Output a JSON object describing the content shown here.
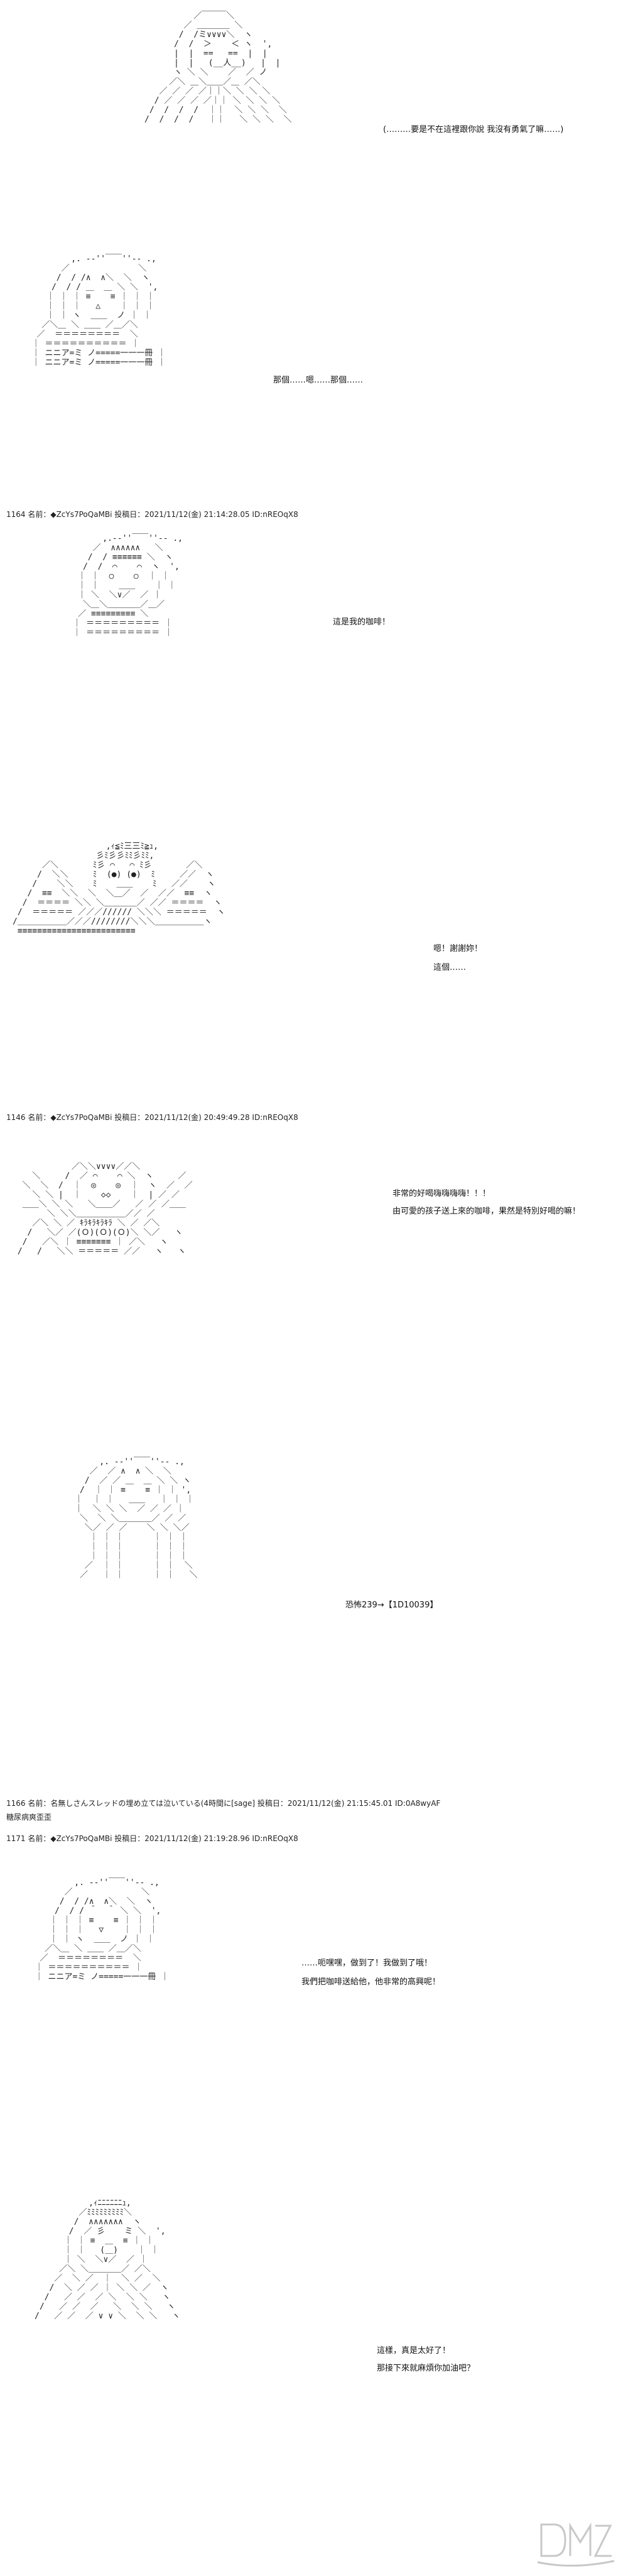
{
  "panels": [
    {
      "art": "          ／￣￣￣＼\n        ／ ＿＿＿＿ ＼\n       /  /ミ∨∨∨∨＼  ヽ\n      /  /  ＞    ＜ ヽ  ',\n      |  |  ==   ==  |  |\n      |  |   (__人__)   |  |\n      ヽ ＼ ＼    ／  ／ ノ\n     ／＼ ＿＼＿＿／＿ ／＼\n   ／ ／ ／ ／｜｜＼ ＼ ＼ ＼\n  / ／ ／ ／ ／｜｜ ＼ ＼ ＼ ＼\n /  /  /  /  ｜｜  ＼ ＼ ＼  ＼\n/  /  /  /   ｜｜   ＼ ＼ ＼  ＼",
      "lines": [
        "(………要是不在這裡跟你說 我沒有勇氣了嘛……)"
      ]
    },
    {
      "art": "          ,. -‐''￣￣''‐- .,\n        ／              ＼\n       /  / /∧  ∧＼  ＼  ヽ\n      /  / / ＿  ＿ ＼ ＼  ',\n     ｜ ｜ ｜ ≡    ≡ ｜ ｜ ｜\n     ｜ ｜ ｜   △    ｜ ｜ ｜\n     ｜ ｜ ヽ  ＿＿  ノ ｜ ｜\n    ／＼＿ ＼ ＿＿ ／＿／＼\n   ／  ＝＝＝＝＝＝＝＝  ＼\n  ｜ ＝＝＝＝＝＝＝＝＝＝ ｜\n  ｜ ニニア=ミ ノ=====一一一冊 ｜\n  ｜ ニニア=ミ ノ=====一一一冊 ｜",
      "lines": [
        "那個……嗯……那個……"
      ]
    },
    {
      "header": "1164 名前：◆ZcYs7PoQaMBi 投稿日：2021/11/12(金) 21:14:28.05 ID:nREOqX8",
      "art": "          ,.-‐''￣￣''‐- .,\n        ／  ∧∧∧∧∧∧   ＼\n       /  / ≡≡≡≡≡≡ ＼  ヽ\n      /  /  ⌒    ⌒  ヽ  ',\n     ｜ ｜  ○    ○  ｜ ｜\n     ｜ ｜    ＿＿    ｜ ｜\n     ｜ ＼  ＼∨／  ／ ｜\n      ＼＿＼＿＿＿＿／＿／\n     ／ ≡≡≡≡≡≡≡≡≡ ＼\n    ｜ ＝＝＝＝＝＝＝＝＝ ｜\n    ｜ ＝＝＝＝＝＝＝＝＝ ｜",
      "lines": [
        "這是我的咖啡！"
      ]
    },
    {
      "art": "                   ,ｨ≦ﾐ三三ﾐ≧ｭ,\n                 彡ﾐ彡彡ﾐﾐ彡ﾐﾐ,\n      ／＼       ﾐ彡 ⌒   ⌒ ﾐ彡       ／＼\n     /  ＼＼     ﾐ  (●) (●)  ﾐ     ／／  ヽ\n    /    ＼＼    ﾐ    ＿＿    ﾐ   ／／    ヽ\n   /  ≡≡  ＼＼  ＼  ＼＿／  ／  ／／  ≡≡  ヽ\n  /  ＝＝＝＝ ＼＼ ＼＿＿＿＿／ ／／ ＝＝＝＝  ヽ\n /  ＝＝＝＝＝ ／／／////// ＼＼＼ ＝＝＝＝＝  ヽ\n/＿＿＿＿＿＿／／／////////＼＼＼＿＿＿＿＿＿ヽ\n ≡≡≡≡≡≡≡≡≡≡≡≡≡≡≡≡≡≡≡≡≡≡≡≡",
      "lines": [
        "嗯！謝謝妳！",
        "這個……"
      ]
    },
    {
      "header": "1146 名前：◆ZcYs7PoQaMBi 投稿日：2021/11/12(金) 20:49:49.28 ID:nREOqX8",
      "art": "            ／＼＼∨∨∨∨／／＼\n    ＼     /  ／ ⌒    ⌒ ＼  ヽ     ／\n  ＼  ＼  /  ｜  ◎    ◎  ｜  ヽ  ／  ／\n    ＼ ＼ |  ｜    ◇◇    ｜  | ／ ／\n  ＿＿＼ ＼ ＼   ＼＿＿／   ／ ／ ／＿＿\n       ＼ ＼＼＿＿＿＿＿＿／／ ／\n    ／＼ ＼ ／ ｷﾗｷﾗｷﾗｷﾗ ＼ ／ ／＼\n   /   ＼／ ／(Ｏ)(Ｏ)(Ｏ)＼ ＼／   ヽ\n  /   ／＼ ｜ ≡≡≡≡≡≡≡ ｜ ／＼   ヽ\n /   /   ＼＼ ＝＝＝＝＝ ／／   ヽ   ヽ",
      "lines": [
        "非常的好喝嗨嗨嗨嗨！！！",
        "由可愛的孩子送上來的咖啡，果然是特別好喝的嘛！"
      ]
    },
    {
      "art": "          ,. -‐''￣￣''‐- .,\n        ／  ／ ∧  ∧ ＼  ＼\n       /  ／ ／ ＿  ＿ ＼ ＼ ヽ\n      /  ｜ ｜ ≡    ≡ ｜ ｜ ',\n     ｜  ｜ ｜   ＿＿   ｜ ｜ ｜\n     ｜  ＼ ＼ ＼  ／ ／ ／ ｜\n      ＼  ＼ ＼＿＿＿＿／ ／ ／\n       ＼／ ／ ／    ＼ ＼ ＼／\n        ｜ ｜ ｜      ｜ ｜ ｜\n        ｜ ｜ ｜      ｜ ｜ ｜\n        ｜ ｜ ｜      ｜ ｜ ｜\n       ／  ｜ ｜      ｜ ｜  ＼\n      ／   ｜ ｜      ｜ ｜   ＼",
      "lines": [
        "恐怖239→【1D10039】"
      ]
    },
    {
      "header": "1166 名前：名無しさんスレッドの埋め立ては泣いている(4時間に[sage] 投稿日：2021/11/12(金) 21:15:45.01 ID:0A8wyAF",
      "subline": "糖尿病爽歪歪",
      "header2": "1171 名前：◆ZcYs7PoQaMBi 投稿日：2021/11/12(金) 21:19:28.96 ID:nREOqX8",
      "art": "          ,. -‐''￣￣''‐- .,\n        ／              ＼\n       /  / /∧  ∧＼  ＼  ヽ\n      /  / / ＾  ＾ ＼ ＼  ',\n     ｜ ｜ ｜ ≡    ≡ ｜ ｜ ｜\n     ｜ ｜ ｜   ▽    ｜ ｜ ｜\n     ｜ ｜ ヽ  ＿＿  ノ ｜ ｜\n    ／＼＿ ＼ ＿＿ ／＿／＼\n   ／  ＝＝＝＝＝＝＝＝  ＼\n  ｜ ＝＝＝＝＝＝＝＝＝＝ ｜\n  ｜ ニニア=ミ ノ=====一一一冊 ｜",
      "lines": [
        "……呃嘿嘿，做到了！我做到了哦！",
        "我們把咖啡送給他，他非常的高興呢！"
      ]
    },
    {
      "art": "           ,ｨﾆﾆﾆﾆﾆﾆｭ,\n         ／ﾐﾐﾐﾐﾐﾐﾐﾐﾐ＼\n        /  ∧∧∧∧∧∧∧  ヽ\n       /  ／ 彡    ミ ＼  ',\n      ｜ ｜ ≡  ＿  ≡ ｜ ｜\n      ｜ ｜   (＿)    ｜ ｜\n      ｜ ＼  ＼∨／  ／ ｜\n     ／＼ ＼＿＿＿＿／ ／＼\n    ／  ＼ ／  ｜  ＼ ／  ＼\n   /  ＼ ／ ／ ｜ ＼ ＼ ／  ヽ\n  /   ／ ／  ／ ＼  ＼ ＼   ヽ\n /   ／ ／  ／   ＼  ＼ ＼   ヽ\n/   ／ ／  ／ ∨ ∨ ＼  ＼ ＼   ヽ",
      "lines": [
        "這樣，真是太好了！",
        "那接下來就麻煩你加油吧？"
      ]
    }
  ],
  "watermark": {
    "text": "DMZJ"
  }
}
